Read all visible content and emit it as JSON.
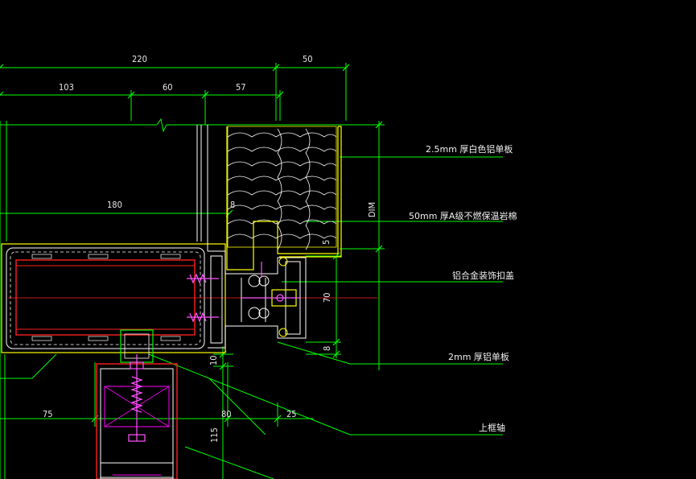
{
  "dimensions": {
    "top_total": "220",
    "top_right": "50",
    "seg_1": "103",
    "seg_2": "60",
    "seg_3": "57",
    "beam_width": "180",
    "dim_label": "DIM",
    "small_8": "8",
    "small_5": "5",
    "v_70": "70",
    "v_8": "8",
    "v_10": "10",
    "bottom_left": "75",
    "bottom_mid": "80",
    "bottom_right": "25",
    "v_115": "115"
  },
  "annotations": [
    "2.5mm  厚白色铝单板",
    "50mm  厚A级不燃保温岩棉",
    "铝合金装饰扣盖",
    "2mm  厚铝单板",
    "上框轴"
  ],
  "colors": {
    "background": "#000000",
    "dimension": "#00ff00",
    "profile": "#ffffff",
    "insulation": "#ffffff",
    "frame": "#ffff00",
    "steel": "#ff2020",
    "accent": "#ff00ff",
    "bolt": "#ff55ff",
    "text": "#f0f0f0"
  }
}
